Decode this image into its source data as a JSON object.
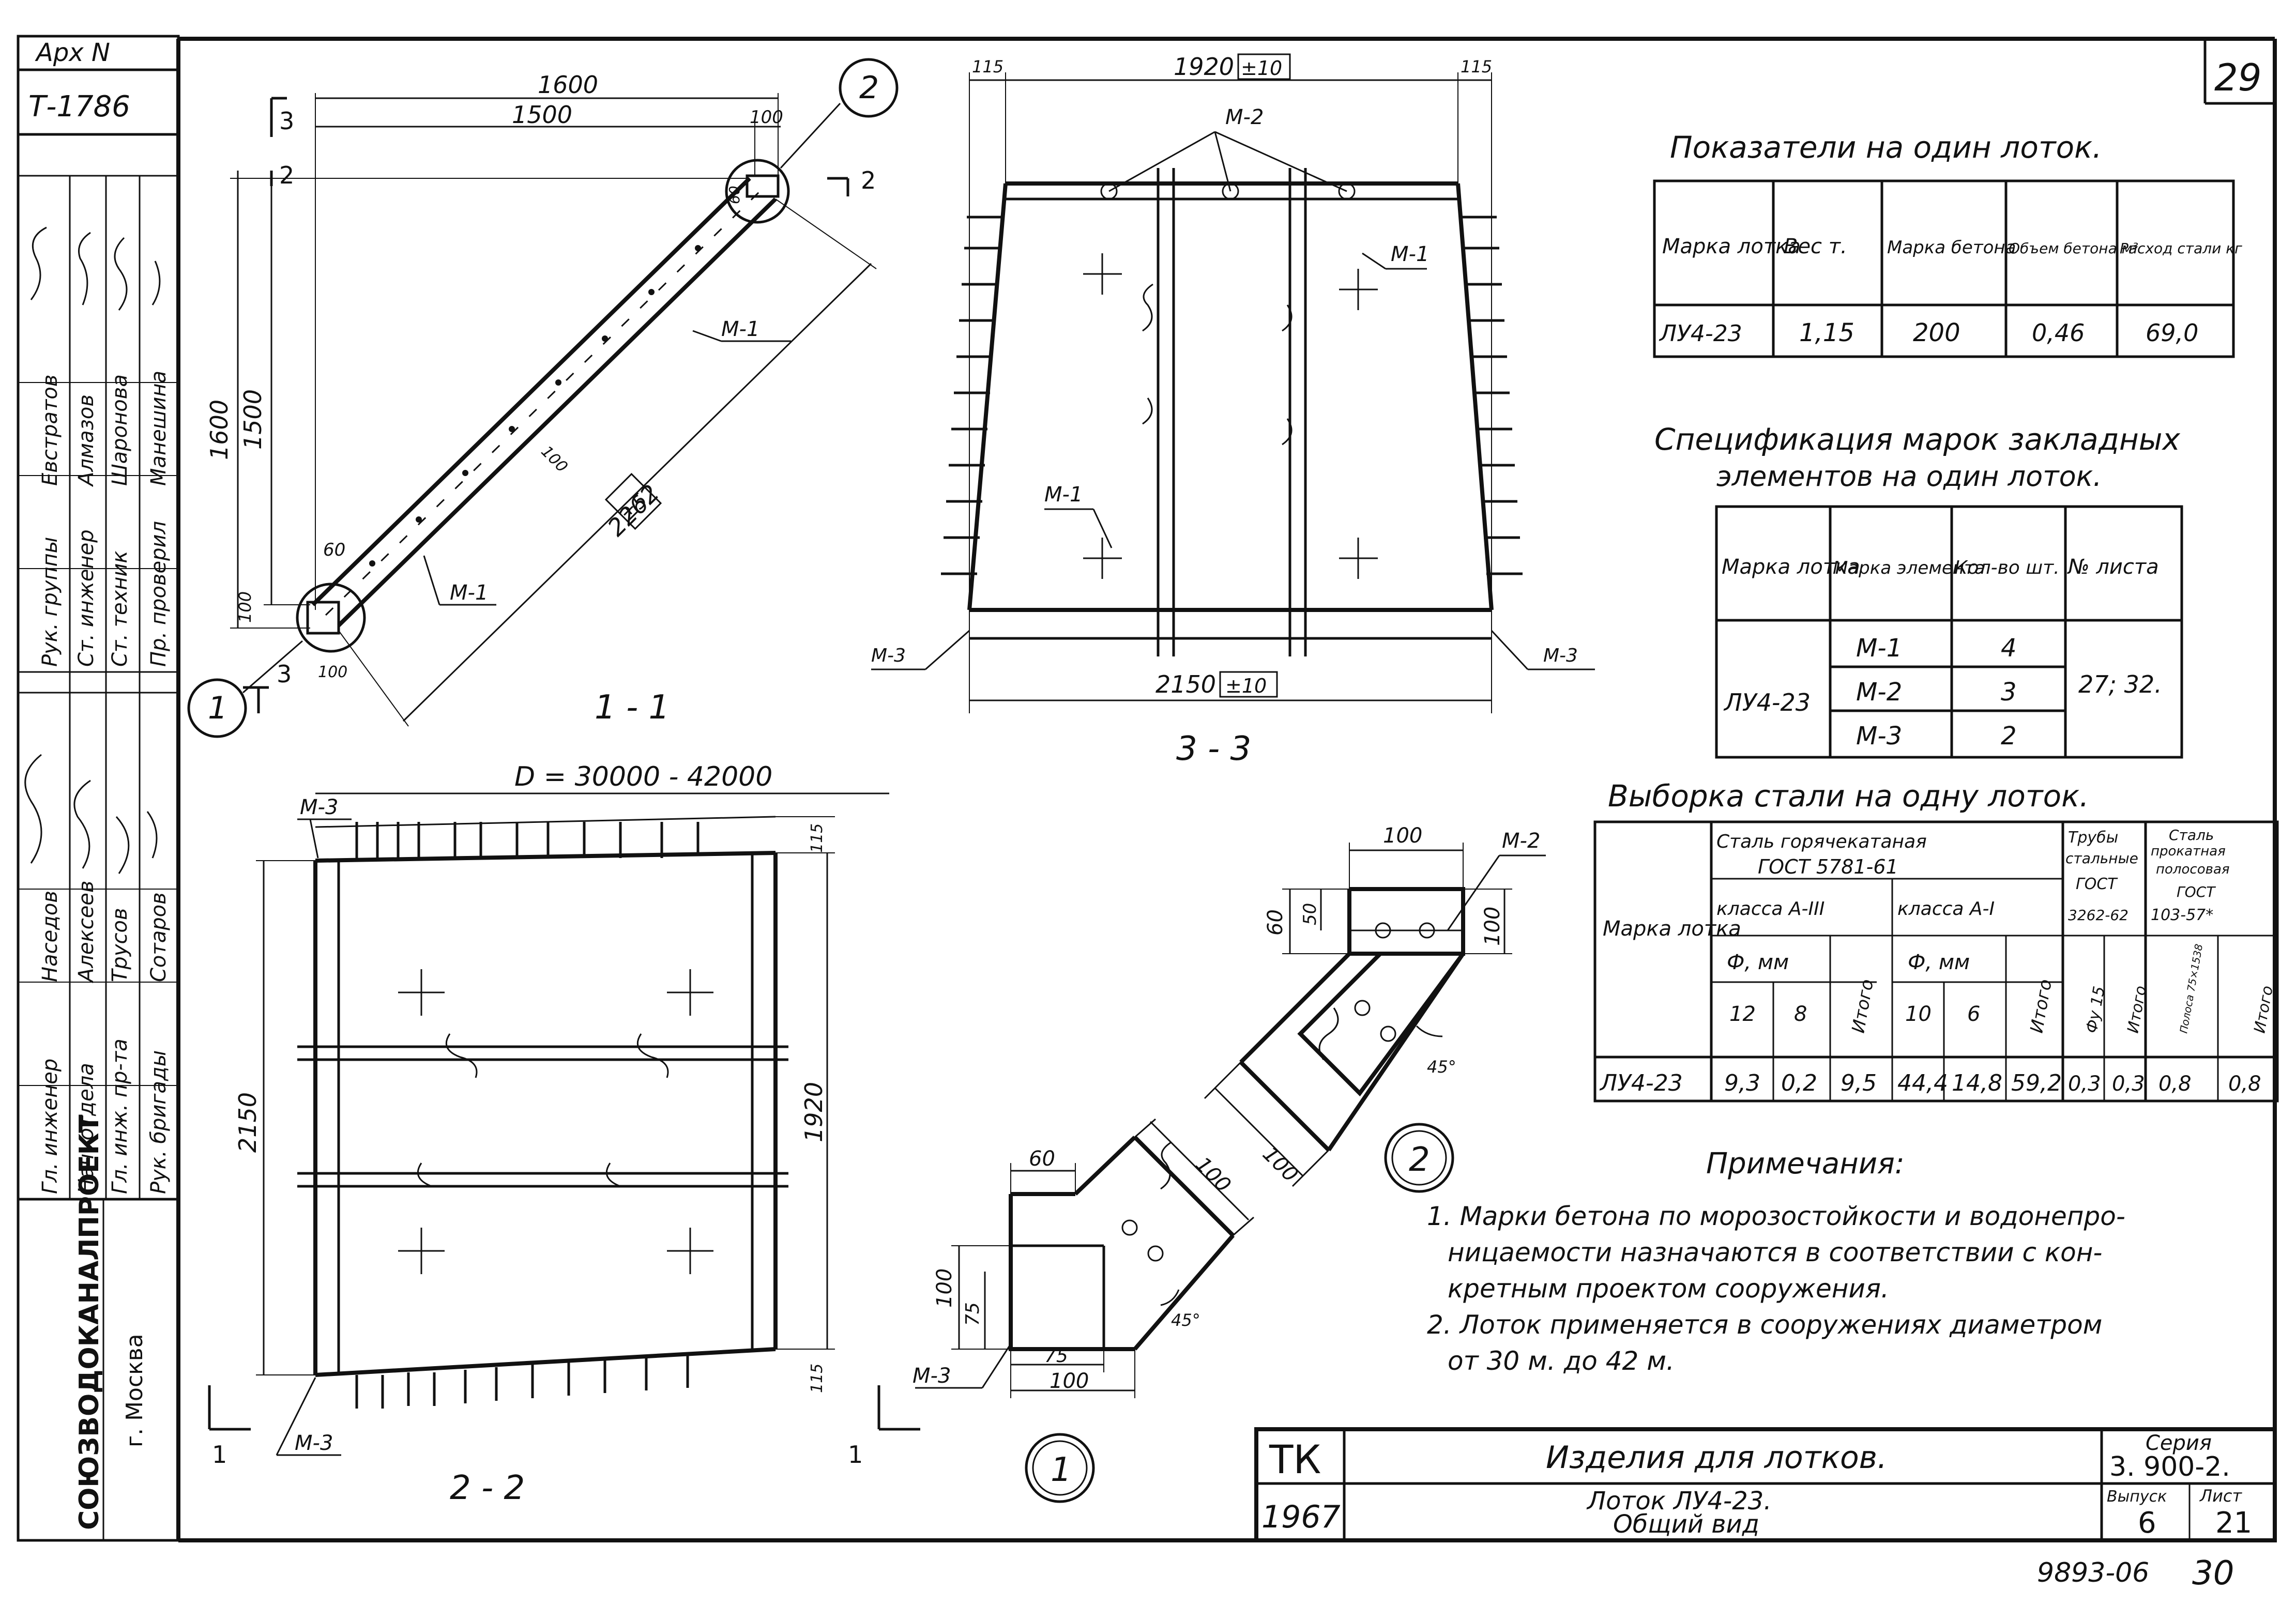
{
  "stamp_box": {
    "arch_label": "Арх N",
    "arch_number": "Т-1786"
  },
  "side_block": {
    "org": "СОЮЗВОДОКАНАЛПРОЕКТ",
    "city": "г. Москва",
    "roles": [
      "Рук. группы",
      "Ст. инженер",
      "Ст. техник",
      "Пр. проверил",
      "Гл. инженер",
      "Нач. отдела",
      "Гл. инж. пр-та",
      "Рук. бригады"
    ],
    "names": [
      "Евстратов",
      "Алмазов",
      "Шаронова",
      "Манешина",
      "Наседов",
      "Алексеев",
      "Трусов",
      "Сотаров"
    ]
  },
  "sheet_number": "29",
  "bottom_code": "9893-06",
  "bottom_page": "30",
  "views": {
    "v11": {
      "label": "1 - 1",
      "dim_1600_top": "1600",
      "dim_1500_top": "1500",
      "dim_100_top": "100",
      "dim_1600_left": "1600",
      "dim_1500_left": "1500",
      "dim_100_left": "100",
      "dim_60_top": "60",
      "dim_60_bottom": "60",
      "dim_100_bottom": "100",
      "dim_100_mid": "100",
      "dim_2262": "2262",
      "dim_tol": "±5",
      "m1": "М-1",
      "m1b": "М-1",
      "sec3": "3",
      "sec2": "2",
      "sec3b": "3",
      "callout2": "2",
      "callout1": "1"
    },
    "v33": {
      "label": "3 - 3",
      "dim_115_l": "115",
      "dim_115_r": "115",
      "dim_1920": "1920",
      "tol_1920": "±10",
      "dim_2150": "2150",
      "tol_2150": "±10",
      "m2": "М-2",
      "m1a": "М-1",
      "m1b": "М-1",
      "m3l": "М-3",
      "m3r": "М-3"
    },
    "v22": {
      "label": "2 - 2",
      "diam": "D = 30000 - 42000",
      "dim_2150": "2150",
      "dim_1920": "1920",
      "dim_115_t": "115",
      "dim_115_b": "115",
      "m3t": "М-3",
      "m3b": "М-3",
      "sec1l": "1",
      "sec1r": "1"
    },
    "d2": {
      "dim_100": "100",
      "dim_60": "60",
      "dim_50": "50",
      "dim_100r": "100",
      "dim_100b": "100",
      "ang": "45°",
      "m2": "М-2",
      "label": "2"
    },
    "d1": {
      "dim_60": "60",
      "dim_100t": "100",
      "dim_100l": "100",
      "dim_75l": "75",
      "dim_75b": "75",
      "dim_100b": "100",
      "ang": "45°",
      "m3": "М-3",
      "label": "1"
    }
  },
  "table1": {
    "title": "Показатели на один лоток.",
    "headers": [
      "Марка лотка",
      "Вес т.",
      "Марка бетона",
      "Объем бетона м³",
      "Расход стали кг"
    ],
    "row": [
      "ЛУ4-23",
      "1,15",
      "200",
      "0,46",
      "69,0"
    ]
  },
  "table2": {
    "title_l1": "Спецификация марок закладных",
    "title_l2": "элементов на один лоток.",
    "headers": [
      "Марка лотка",
      "Марка элемента",
      "Кол-во шт.",
      "№ листа"
    ],
    "lotok": "ЛУ4-23",
    "items": [
      {
        "el": "М-1",
        "q": "4"
      },
      {
        "el": "М-2",
        "q": "3"
      },
      {
        "el": "М-3",
        "q": "2"
      }
    ],
    "sheets": "27; 32."
  },
  "table3": {
    "title": "Выборка стали на одну лоток.",
    "h_mark": "Марка лотка",
    "h_steel_l1": "Сталь горячекатаная",
    "h_steel_l2": "ГОСТ 5781-61",
    "h_cls3": "класса А-III",
    "h_cls1": "класса А-I",
    "h_phi": "Ф, мм",
    "h_phi2": "Ф, мм",
    "h_pipes": [
      "Трубы",
      "стальные",
      "ГОСТ",
      "3262-62"
    ],
    "h_strip": [
      "Сталь",
      "прокатная",
      "полосовая",
      "ГОСТ",
      "103-57*"
    ],
    "h_12": "12",
    "h_8": "8",
    "h_10": "10",
    "h_6": "6",
    "h_itogo": "Итого",
    "h_itogo2": "Итого",
    "h_itogo3": "Итого",
    "h_itogo4": "Итого",
    "h_dy": "Фу 15",
    "h_strip_size": "Полоса 75×1538",
    "row": [
      "ЛУ4-23",
      "9,3",
      "0,2",
      "9,5",
      "44,4",
      "14,8",
      "59,2",
      "0,3",
      "0,3",
      "0,8",
      "0,8"
    ]
  },
  "notes": {
    "title": "Примечания:",
    "lines": [
      "1. Марки бетона по морозостойкости и водонепро-",
      "ницаемости назначаются в соответствии с кон-",
      "кретным проектом сооружения.",
      "2. Лоток применяется в сооружениях диаметром",
      "от 30 м. до 42 м."
    ]
  },
  "title_block": {
    "tk": "ТК",
    "year": "1967",
    "title": "Изделия для лотков.",
    "subtitle_l1": "Лоток ЛУ4-23.",
    "subtitle_l2": "Общий вид",
    "series_label": "Серия",
    "series": "3. 900-2.",
    "issue_label": "Выпуск",
    "issue": "6",
    "sheet_label": "Лист",
    "sheet": "21"
  }
}
